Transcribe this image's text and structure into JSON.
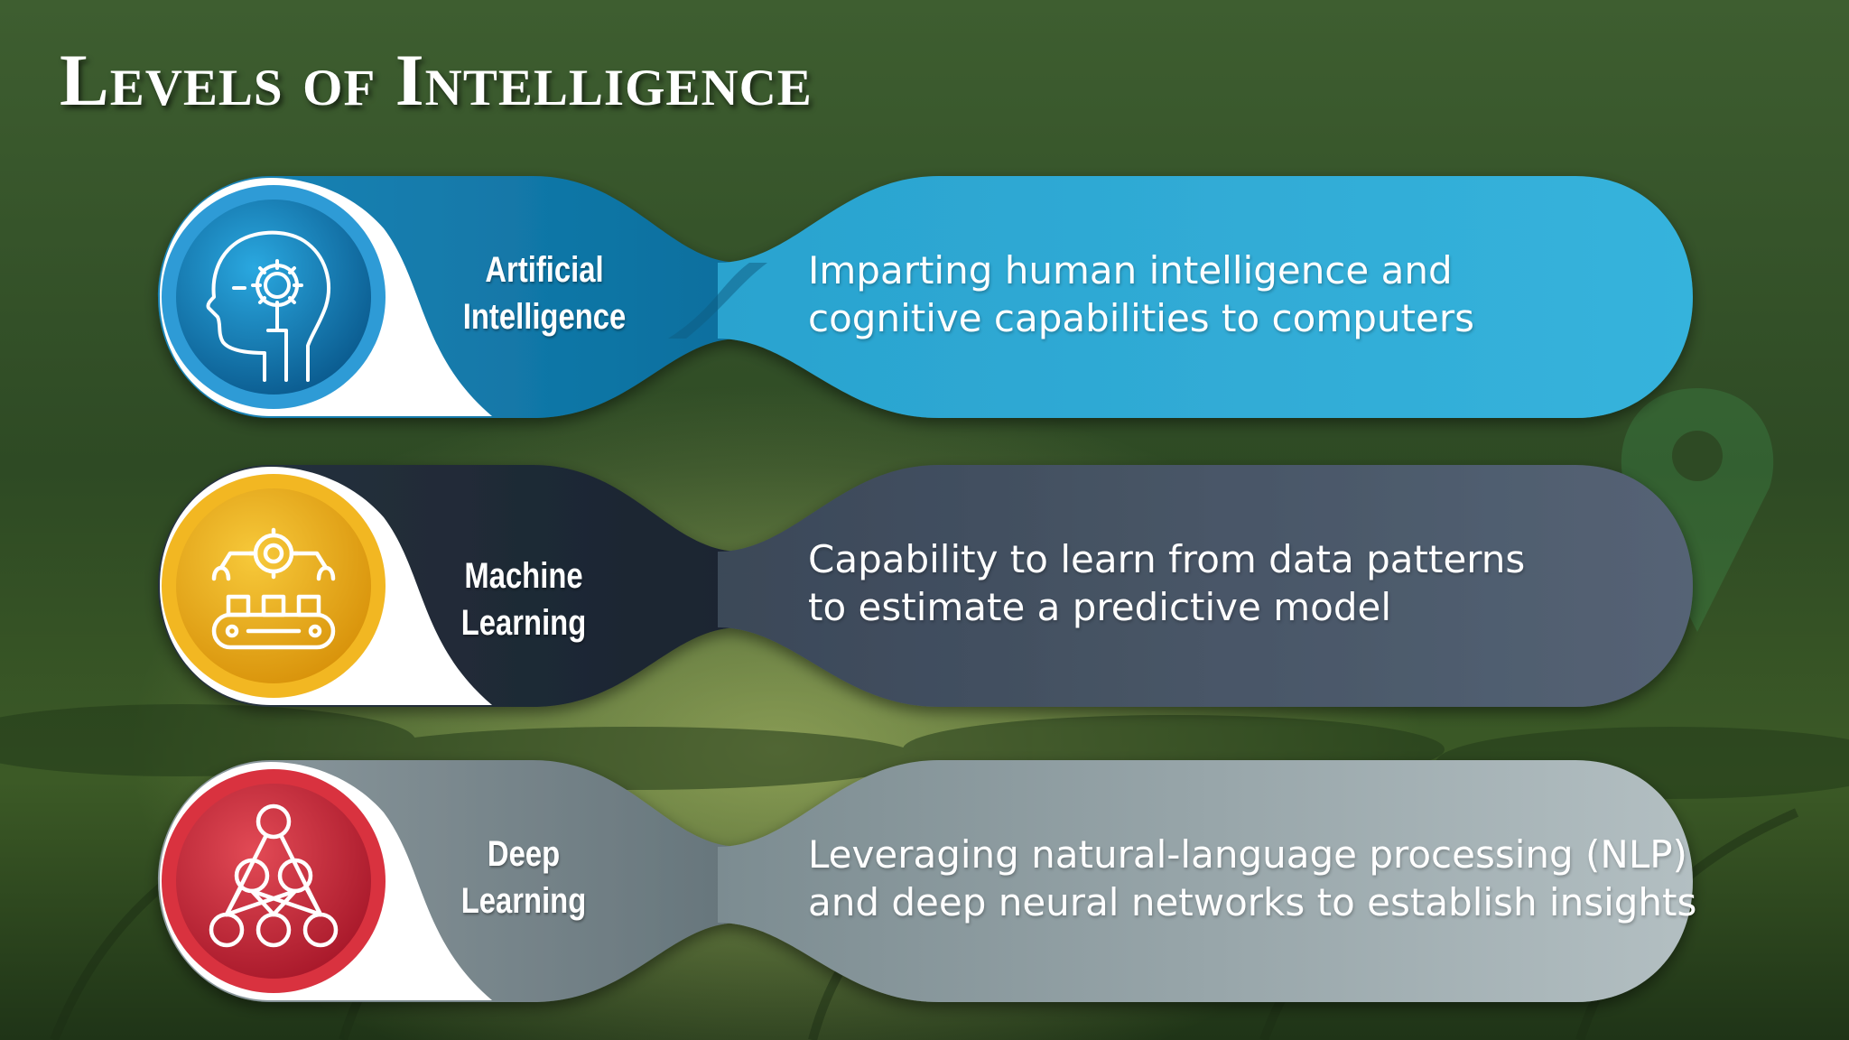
{
  "slide": {
    "title": "Levels of Intelligence"
  },
  "levels": [
    {
      "label_line1": "Artificial",
      "label_line2": "Intelligence",
      "desc_line1": "Imparting human intelligence and",
      "desc_line2": "cognitive capabilities to computers",
      "icon": "head-gear-icon",
      "color": "#1a8fc4"
    },
    {
      "label_line1": "Machine",
      "label_line2": "Learning",
      "desc_line1": "Capability to learn from data patterns",
      "desc_line2": "to estimate a predictive model",
      "icon": "conveyor-robot-icon",
      "color": "#f0b318"
    },
    {
      "label_line1": "Deep",
      "label_line2": "Learning",
      "desc_line1": "Leveraging natural-language processing (NLP)",
      "desc_line2": "and deep neural networks to establish insights",
      "icon": "neural-network-icon",
      "color": "#d5353f"
    }
  ]
}
